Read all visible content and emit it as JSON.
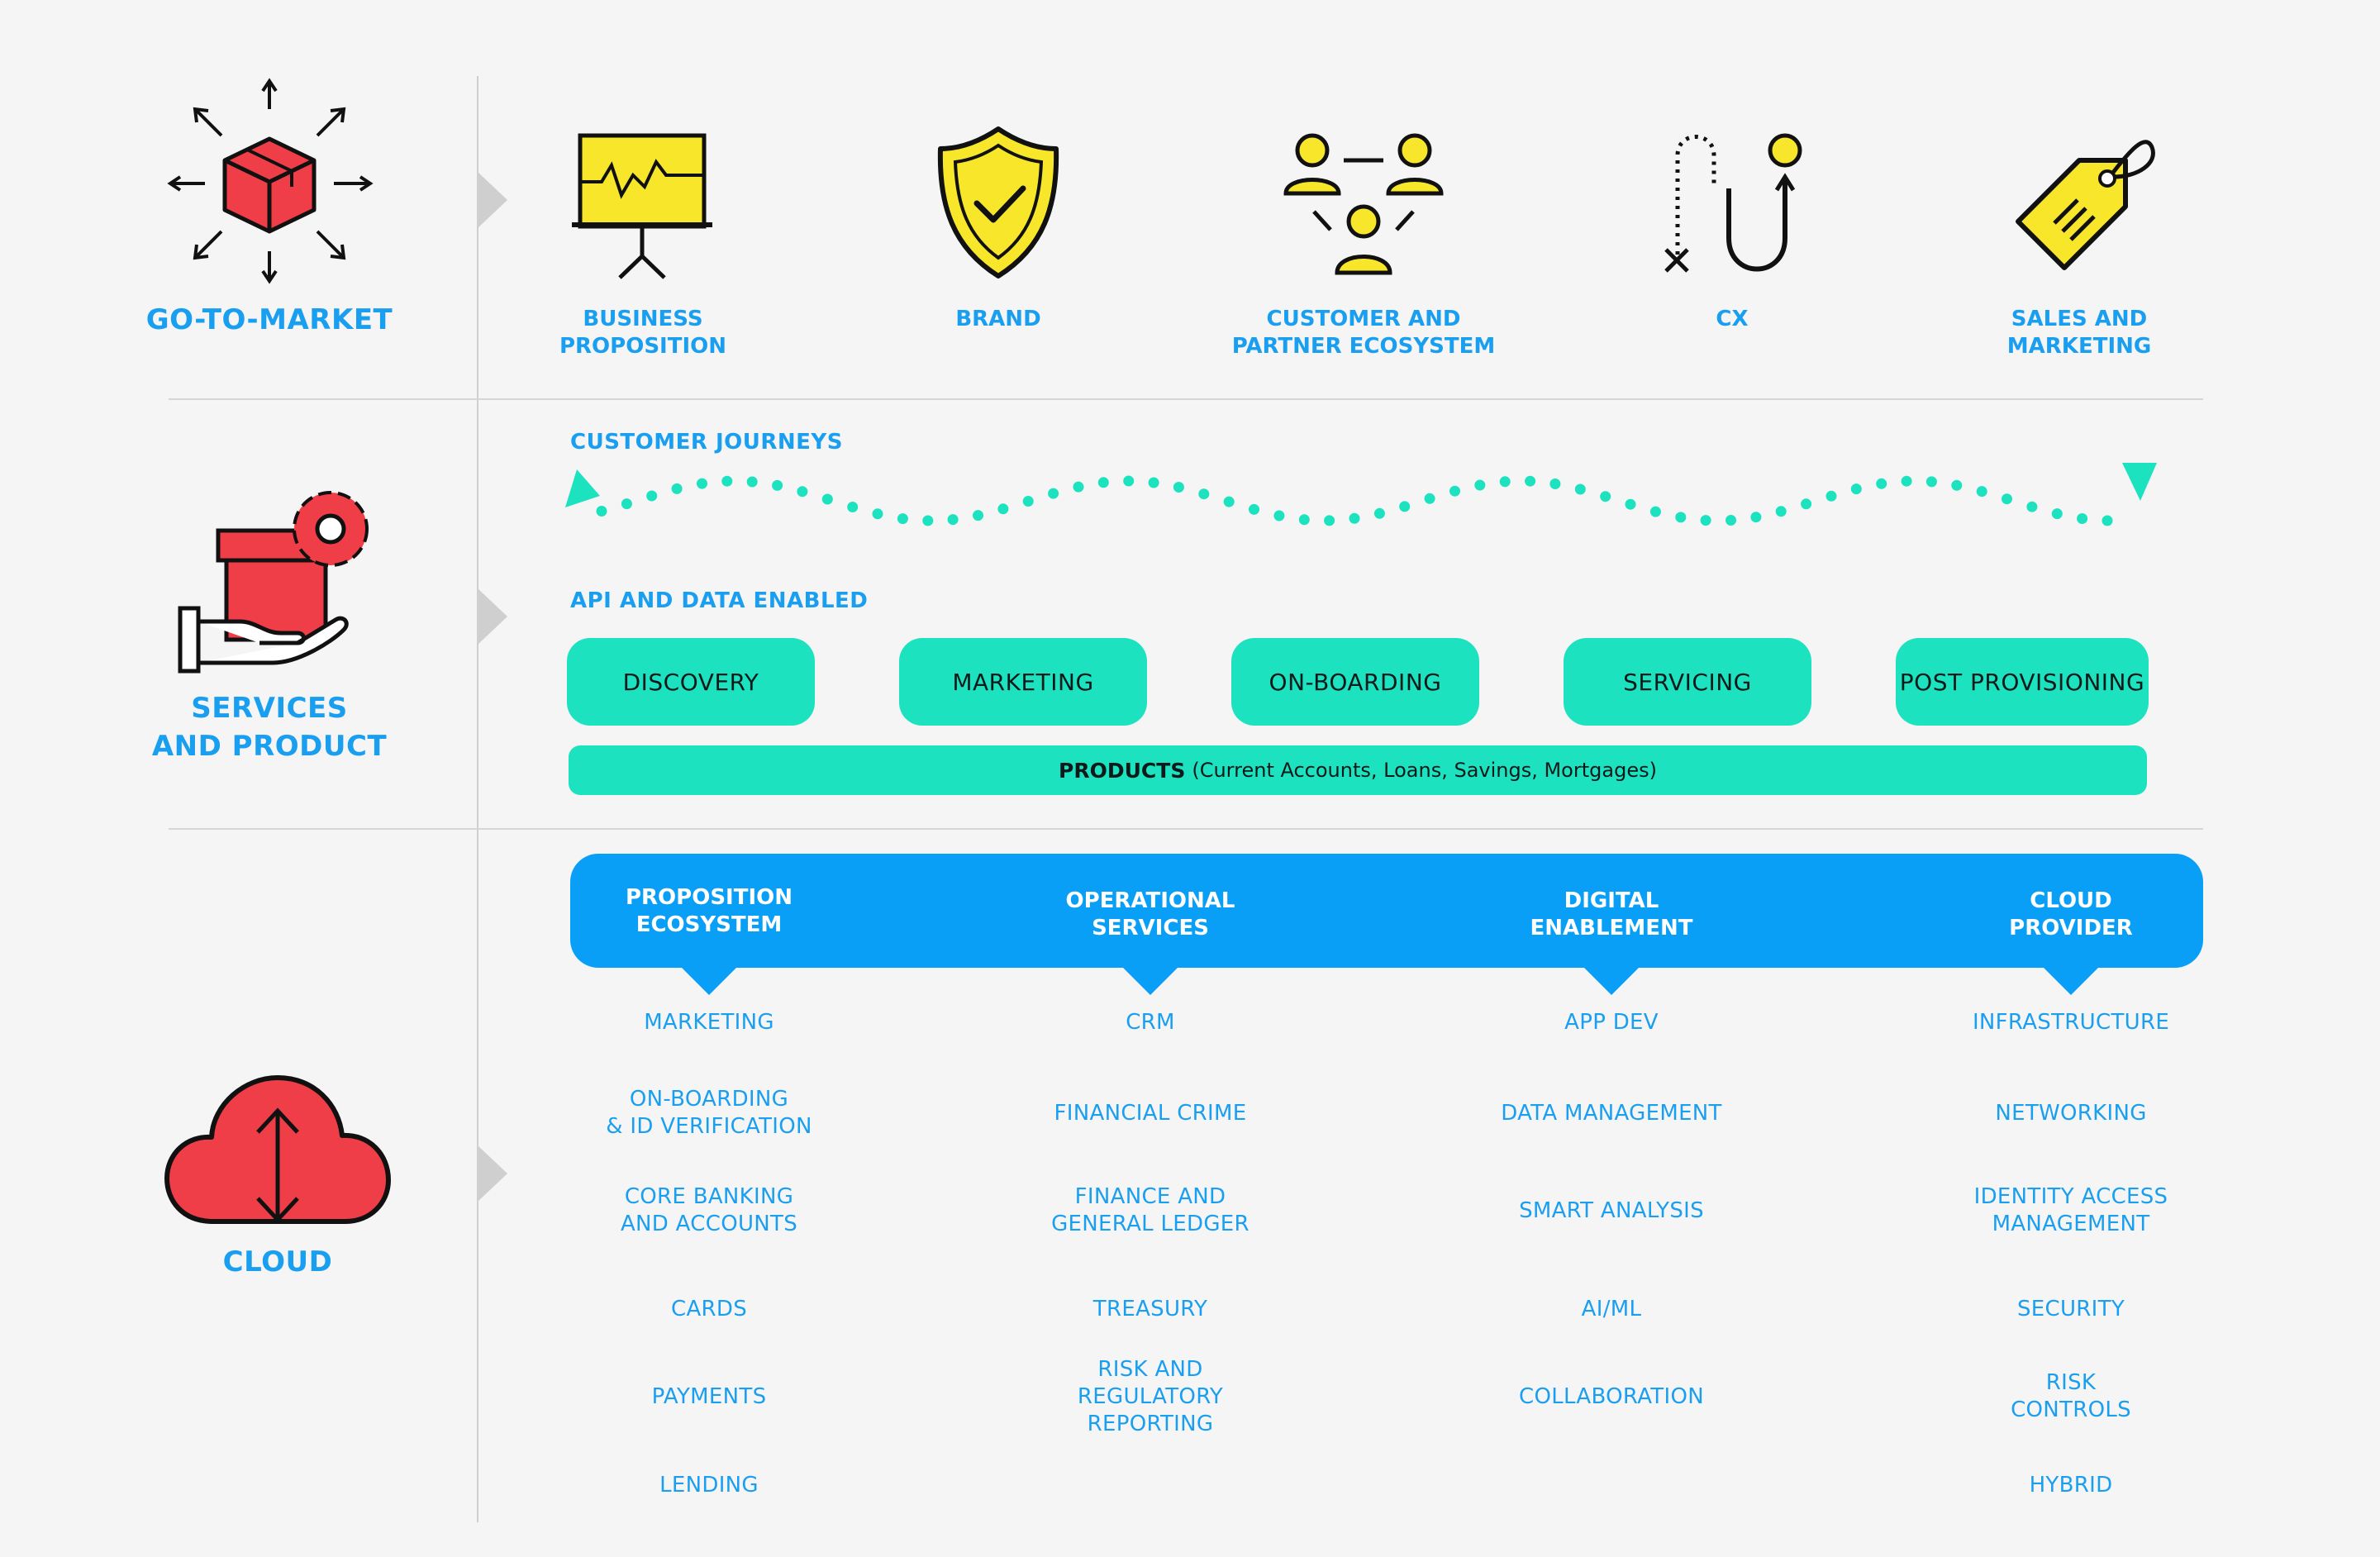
{
  "sections": {
    "go_to_market": "GO-TO-MARKET",
    "services_product_line1": "SERVICES",
    "services_product_line2": "AND PRODUCT",
    "cloud": "CLOUD"
  },
  "go_to_market_items": [
    {
      "line1": "BUSINESS",
      "line2": "PROPOSITION",
      "icon": "presentation-board-icon"
    },
    {
      "line1": "BRAND",
      "line2": "",
      "icon": "shield-check-icon"
    },
    {
      "line1": "CUSTOMER AND",
      "line2": "PARTNER ECOSYSTEM",
      "icon": "people-network-icon"
    },
    {
      "line1": "CX",
      "line2": "",
      "icon": "journey-path-icon"
    },
    {
      "line1": "SALES AND",
      "line2": "MARKETING",
      "icon": "price-tag-icon"
    }
  ],
  "services": {
    "customer_journeys": "CUSTOMER JOURNEYS",
    "api_data": "API AND DATA ENABLED",
    "stages": [
      "DISCOVERY",
      "MARKETING",
      "ON-BOARDING",
      "SERVICING",
      "POST PROVISIONING"
    ],
    "products_label": "PRODUCTS",
    "products_detail": "(Current Accounts, Loans, Savings, Mortgages)"
  },
  "cloud_columns": [
    {
      "head1": "PROPOSITION",
      "head2": "ECOSYSTEM",
      "items": [
        "MARKETING",
        "ON-BOARDING\n& ID VERIFICATION",
        "CORE BANKING\nAND ACCOUNTS",
        "CARDS",
        "PAYMENTS",
        "LENDING"
      ]
    },
    {
      "head1": "OPERATIONAL",
      "head2": "SERVICES",
      "items": [
        "CRM",
        "FINANCIAL CRIME",
        "FINANCE AND\nGENERAL LEDGER",
        "TREASURY",
        "RISK AND\nREGULATORY\nREPORTING"
      ]
    },
    {
      "head1": "DIGITAL",
      "head2": "ENABLEMENT",
      "items": [
        "APP DEV",
        "DATA MANAGEMENT",
        "SMART ANALYSIS",
        "AI/ML",
        "COLLABORATION"
      ]
    },
    {
      "head1": "CLOUD",
      "head2": "PROVIDER",
      "items": [
        "INFRASTRUCTURE",
        "NETWORKING",
        "IDENTITY ACCESS\nMANAGEMENT",
        "SECURITY",
        "RISK\nCONTROLS",
        "HYBRID"
      ]
    }
  ],
  "colors": {
    "accent_blue": "#1a9ff0",
    "teal": "#1de2c0",
    "red": "#ef3e47",
    "yellow": "#f7e62a"
  }
}
